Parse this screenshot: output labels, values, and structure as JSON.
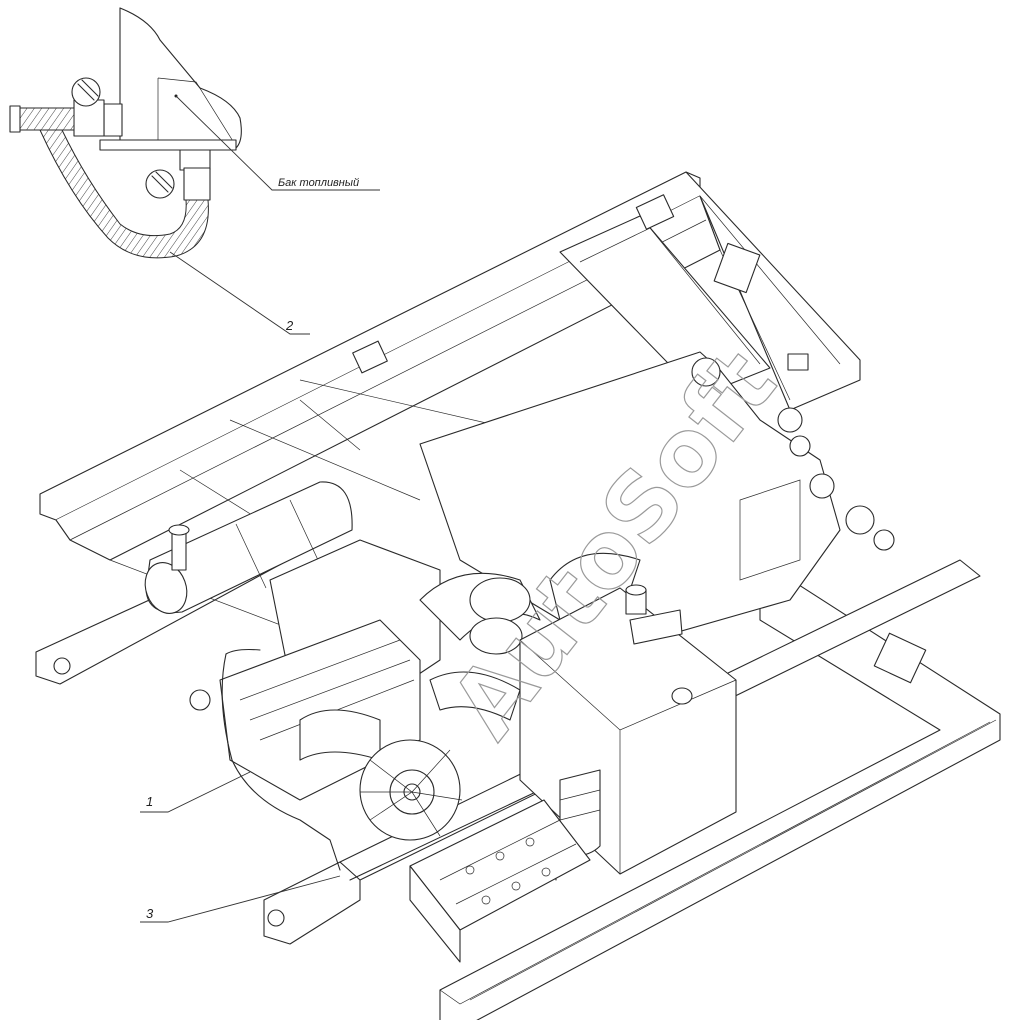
{
  "watermark": "AutoSoft",
  "labels": {
    "tank": "Бак топливный",
    "callout_1": "1",
    "callout_2": "2",
    "callout_3": "3"
  },
  "colors": {
    "line": "#2a2a2a",
    "background": "#ffffff",
    "watermark": "#9a9a9a"
  }
}
